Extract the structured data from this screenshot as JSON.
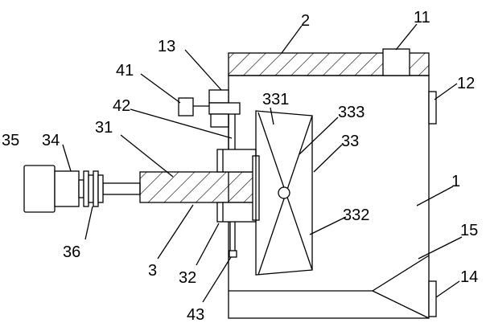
{
  "labels": {
    "l1": "1",
    "l2": "2",
    "l3": "3",
    "l11": "11",
    "l12": "12",
    "l13": "13",
    "l14": "14",
    "l15": "15",
    "l31": "31",
    "l32": "32",
    "l33": "33",
    "l34": "34",
    "l35": "35",
    "l36": "36",
    "l41": "41",
    "l42": "42",
    "l43": "43",
    "l331": "331",
    "l332": "332",
    "l333": "333"
  }
}
